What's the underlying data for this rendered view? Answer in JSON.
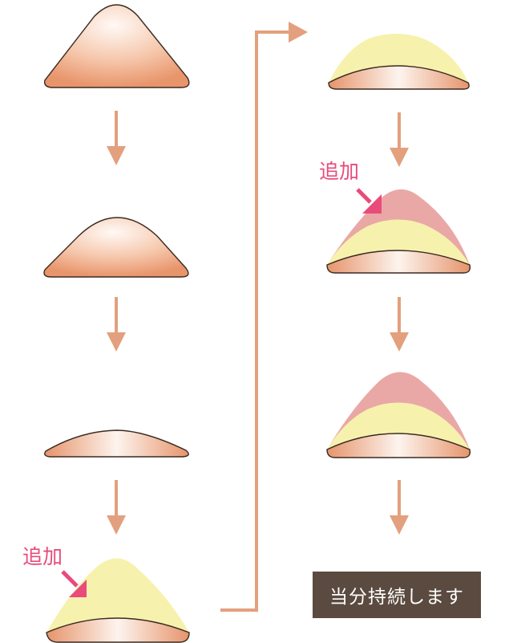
{
  "labels": {
    "add_left": "追加",
    "add_right": "追加",
    "result_note": "当分持続します"
  },
  "colors": {
    "skin_light": "#fdf3ec",
    "skin_dark": "#e89a70",
    "filler_yellow": "#f6f2ad",
    "filler_pink": "#e9a8a6",
    "arrow": "#e3a07e",
    "add_arrow": "#e94b7b",
    "note_background": "#5b4a3f"
  }
}
